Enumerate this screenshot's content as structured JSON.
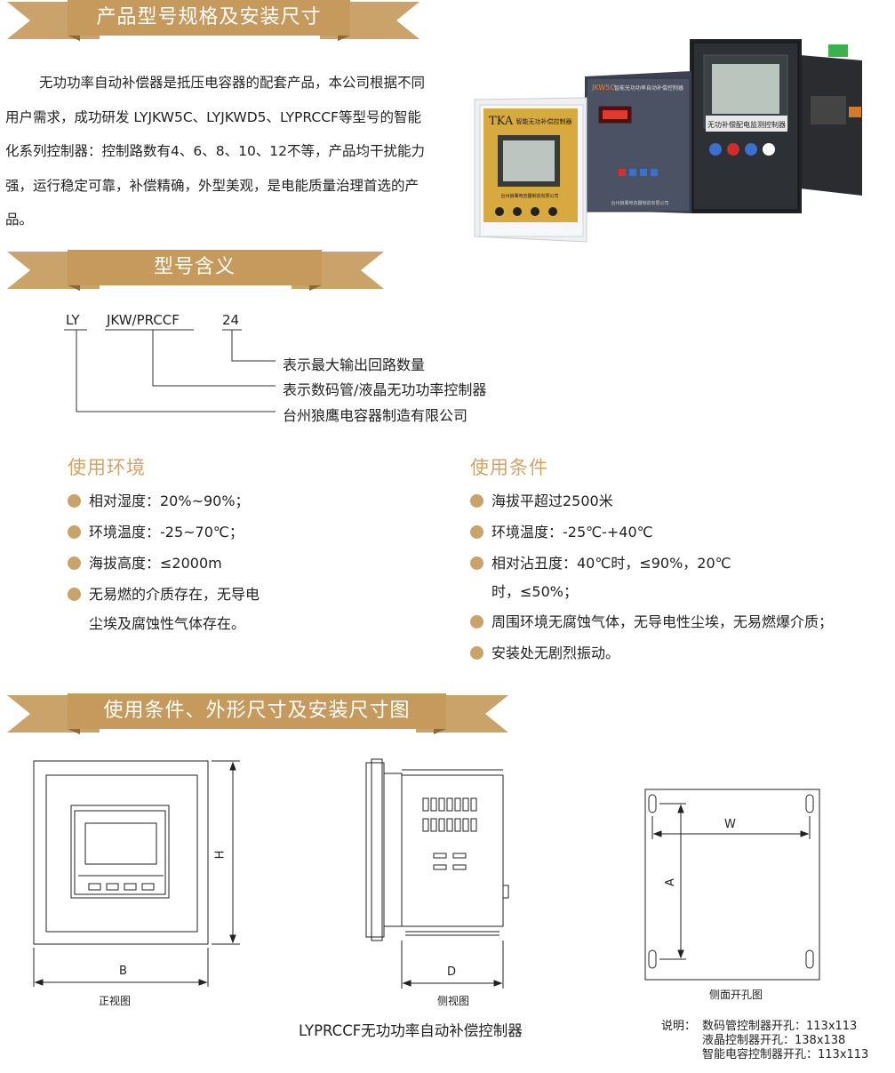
{
  "sections": {
    "spec_title": "产品型号规格及安装尺寸",
    "model_title": "型号含义",
    "dim_title": "使用条件、外形尺寸及安装尺寸图"
  },
  "intro": {
    "paragraph": "无功功率自动补偿器是抵压电容器的配套产品，本公司根据不同用户需求，成功研发 LYJKW5C、LYJKWD5、LYPRCCF等型号的智能化系列控制器：控制路数有4、6、8、10、12不等，产品均干扰能力强，运行稳定可靠，补偿精确，外型美观，是电能质量治理首选的产品。"
  },
  "model": {
    "part1": "LY",
    "part2": "JKW/PRCCF",
    "part3": "24",
    "desc1": "表示最大输出回路数量",
    "desc2": "表示数码管/液晶无功功率控制器",
    "desc3": "台州狼鹰电容器制造有限公司"
  },
  "environment": {
    "title": "使用环境",
    "items": [
      "相对湿度：20%~90%；",
      "环境温度：-25~70℃；",
      "海拔高度：≤2000m",
      "无易燃的介质存在，无导电",
      "尘埃及腐蚀性气体存在。"
    ]
  },
  "conditions": {
    "title": "使用条件",
    "items": [
      "海拔平超过2500米",
      "环境温度：-25℃-+40℃",
      "相对沾丑度：40℃时，≤90%，20℃",
      "时，≤50%；",
      "周围环境无腐蚀气体，无导电性尘埃，无易燃爆介质；",
      "安装处无剧烈振动。"
    ]
  },
  "products": {
    "p1_brand": "TKA",
    "p1_title": "智能无功补偿控制器",
    "p1_footer": "台州狼鹰电容器制造有限公司",
    "p2_brand": "JKW5C",
    "p2_title": "智能无功功率自动补偿控制器",
    "p2_footer": "台州狼鹰电容器制造有限公司",
    "p3_title": "无功补偿配电监测控制器"
  },
  "drawings": {
    "front_label": "正视图",
    "side_label": "侧视图",
    "hole_label": "侧面开孔图",
    "dim_h": "H",
    "dim_b": "B",
    "dim_d": "D",
    "dim_w": "W",
    "dim_a": "A",
    "caption": "LYPRCCF无功功率自动补偿控制器",
    "note_title": "说明：",
    "note1": "数码管控制器开孔：113x113",
    "note2": "液晶控制器开孔：138x138",
    "note3": "智能电容控制器开孔：113x113"
  },
  "colors": {
    "gold": "#c9a369",
    "gold_dark": "#b98d4f",
    "heading": "#d2a466"
  }
}
